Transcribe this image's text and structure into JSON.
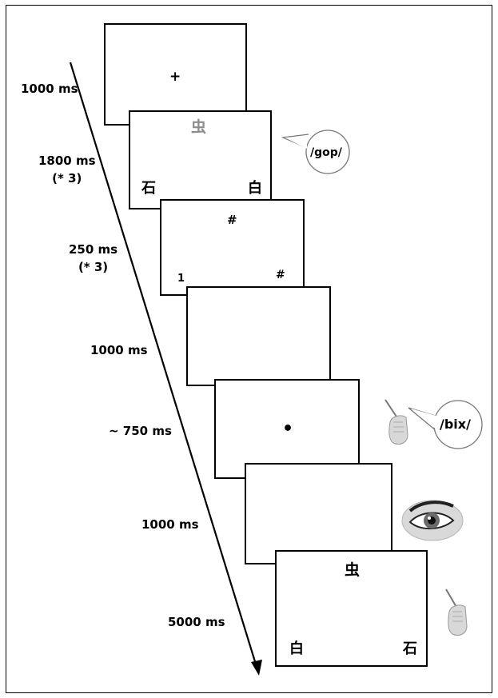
{
  "timeline": {
    "durations": [
      {
        "line1": "1000 ms",
        "line2": ""
      },
      {
        "line1": "1800 ms",
        "line2": "(* 3)"
      },
      {
        "line1": "250 ms",
        "line2": "(* 3)"
      },
      {
        "line1": "1000 ms",
        "line2": ""
      },
      {
        "line1": "~ 750 ms",
        "line2": ""
      },
      {
        "line1": "1000 ms",
        "line2": ""
      },
      {
        "line1": "5000 ms",
        "line2": ""
      }
    ]
  },
  "screens": {
    "s1": {
      "fixation": "+"
    },
    "s2": {
      "top": "虫",
      "left": "石",
      "right": "白",
      "top_color": "#8c8c8c"
    },
    "s3": {
      "top": "#",
      "left": "1",
      "right": "#"
    },
    "s4": {},
    "s5": {
      "dot": "•"
    },
    "s6": {},
    "s7": {
      "top": "虫",
      "left": "白",
      "right": "石"
    }
  },
  "bubbles": {
    "b1": "/gop/",
    "b2": "/bix/"
  },
  "icons": [
    "hand-pen-icon",
    "eye-icon",
    "hand-pen-icon"
  ]
}
